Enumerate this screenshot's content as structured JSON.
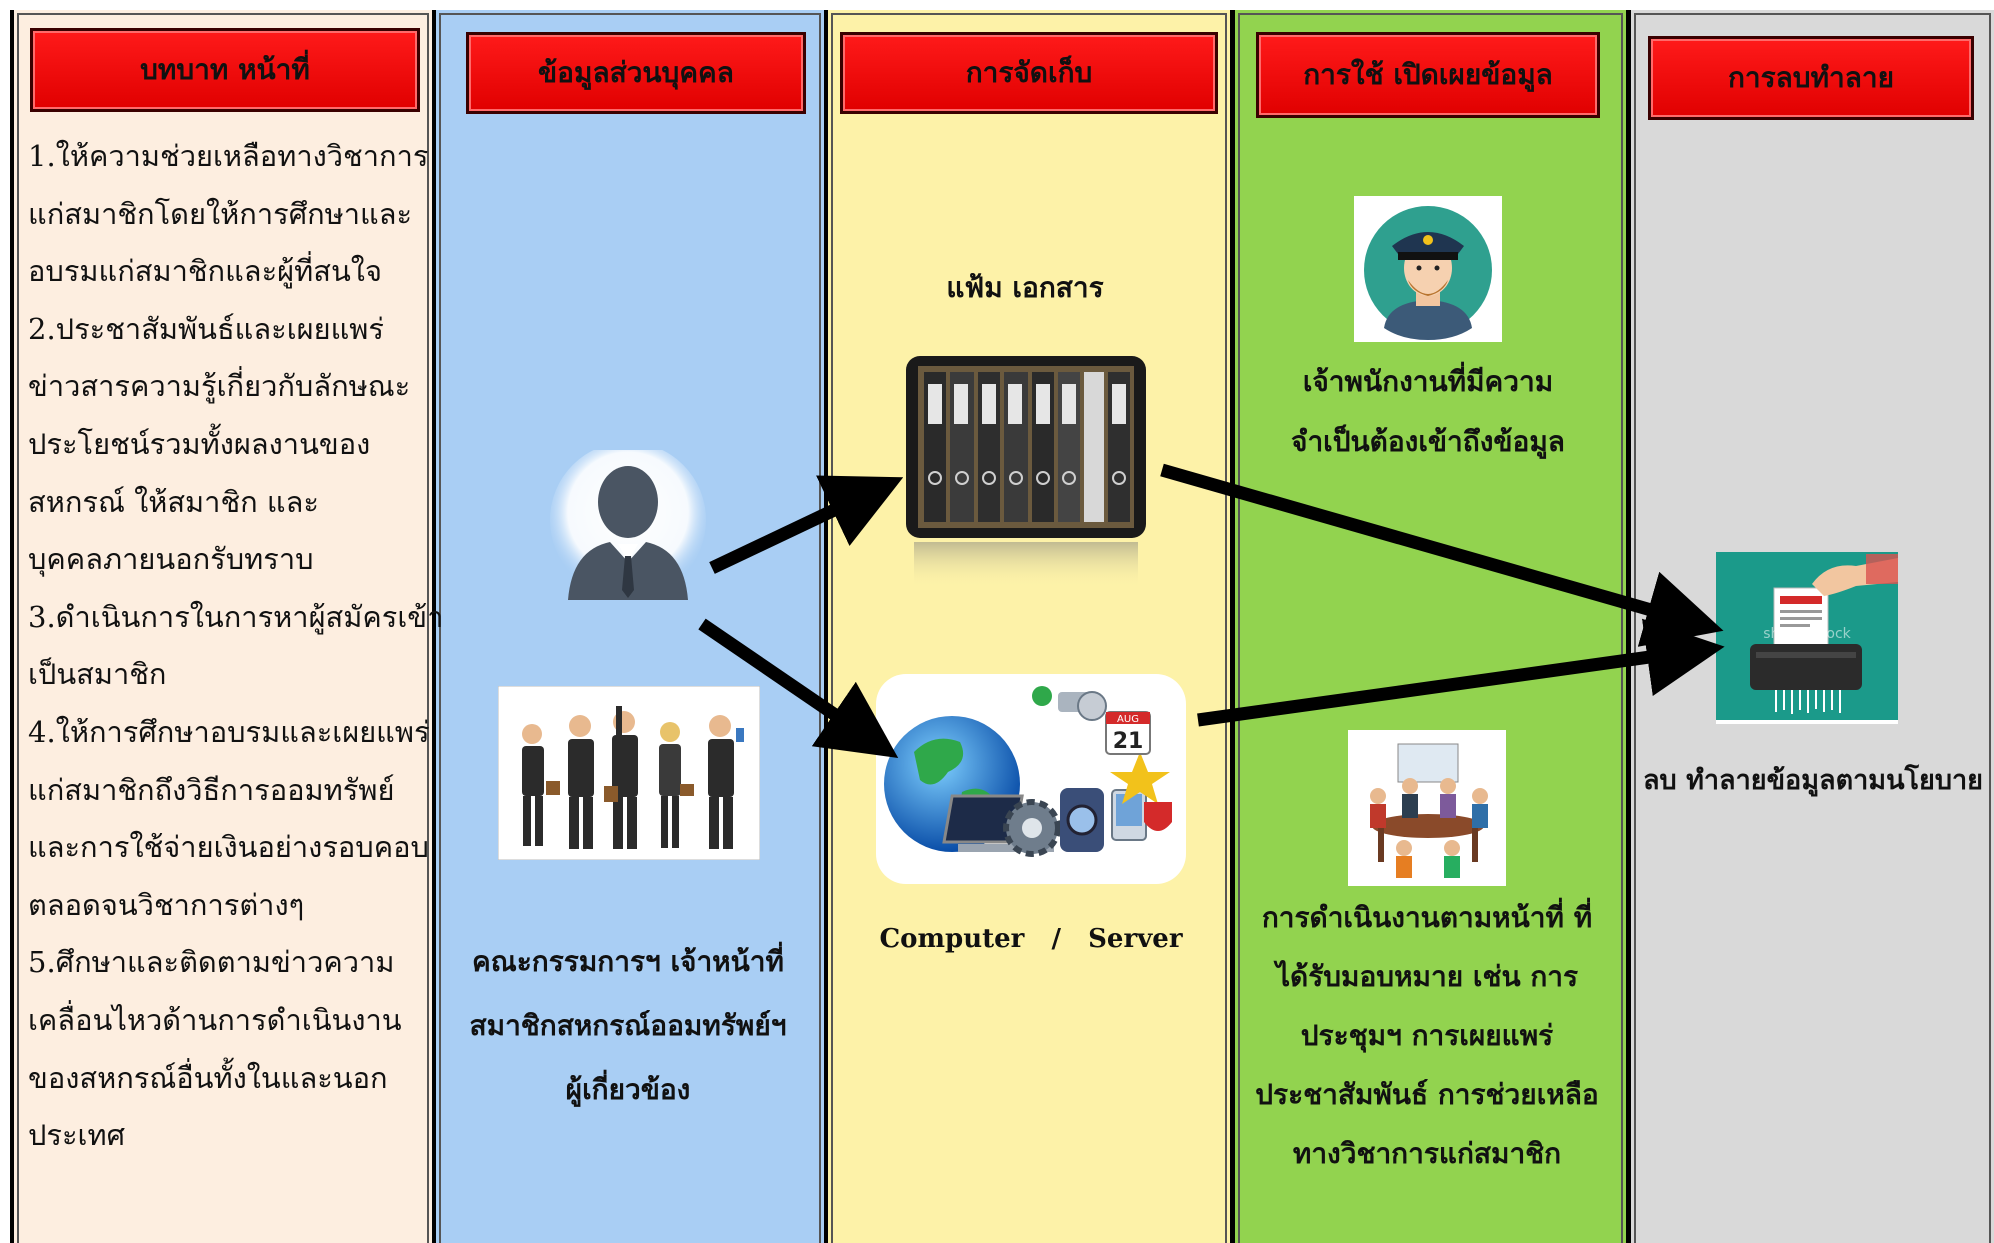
{
  "columns": [
    {
      "key": "role",
      "header": "บทบาท หน้าที่",
      "bg": "#fdeee0"
    },
    {
      "key": "personal",
      "header": "ข้อมูลส่วนบุคคล",
      "bg": "#a9cef4"
    },
    {
      "key": "storage",
      "header": "การจัดเก็บ",
      "bg": "#fdf2a8"
    },
    {
      "key": "use",
      "header": "การใช้ เปิดเผยข้อมูล",
      "bg": "#92d34f"
    },
    {
      "key": "destroy",
      "header": "การลบทำลาย",
      "bg": "#d9d9d9"
    }
  ],
  "roles_lines": [
    "1.ให้ความช่วยเหลือทางวิชาการ",
    "แก่สมาชิกโดยให้การศึกษาและ",
    "อบรมแก่สมาชิกและผู้ที่สนใจ",
    "2.ประชาสัมพันธ์และเผยแพร่",
    "ข่าวสารความรู้เกี่ยวกับลักษณะ",
    "ประโยชน์รวมทั้งผลงานของ",
    "สหกรณ์ ให้สมาชิก และ",
    "บุคคลภายนอกรับทราบ",
    "3.ดำเนินการในการหาผู้สมัครเข้า",
    "เป็นสมาชิก",
    "4.ให้การศึกษาอบรมและเผยแพร่",
    "แก่สมาชิกถึงวิธีการออมทรัพย์",
    "และการใช้จ่ายเงินอย่างรอบคอบ",
    "ตลอดจนวิชาการต่างๆ",
    "5.ศึกษาและติดตามข่าวความ",
    "เคลื่อนไหวด้านการดำเนินงาน",
    "ของสหกรณ์อื่นทั้งในและนอก",
    "ประเทศ"
  ],
  "personal_caption": [
    "คณะกรรมการฯ เจ้าหน้าที่",
    "สมาชิกสหกรณ์ออมทรัพย์ฯ",
    "ผู้เกี่ยวข้อง"
  ],
  "storage_file_label": "แฟ้ม เอกสาร",
  "storage_computer_label": "Computer   /   Server",
  "use_officer_caption": [
    "เจ้าพนักงานที่มีความ",
    "จำเป็นต้องเข้าถึงข้อมูล"
  ],
  "use_meeting_caption": [
    "การดำเนินงานตามหน้าที่ ที่",
    "ได้รับมอบหมาย เช่น การ",
    "ประชุมฯ การเผยแพร่",
    "ประชาสัมพันธ์ การช่วยเหลือ",
    "ทางวิชาการแก่สมาชิก"
  ],
  "destroy_caption": "ลบ ทำลายข้อมูลตามนโยบาย",
  "shredder_watermark": "shutterstock",
  "calendar_text": {
    "month": "AUG",
    "day": "21"
  },
  "accent_header_red": "#ff0000",
  "arrow_color": "#000000",
  "icons": [
    "person-silhouette-icon",
    "business-team-icon",
    "binders-icon",
    "globe-computer-icon",
    "police-officer-icon",
    "meeting-icon",
    "shredder-icon"
  ]
}
